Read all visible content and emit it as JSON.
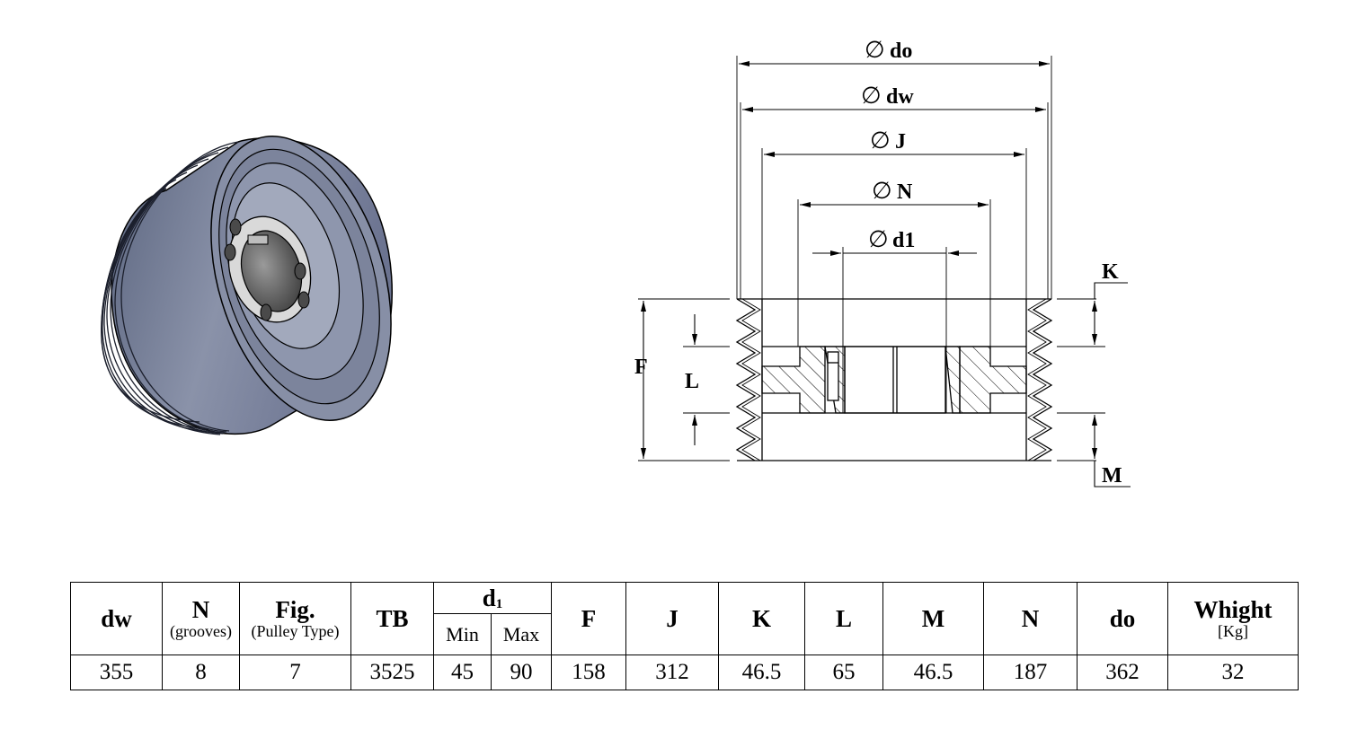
{
  "drawing": {
    "dims": {
      "do": "do",
      "dw": "dw",
      "J": "J",
      "N": "N",
      "d1": "d1",
      "K": "K",
      "F": "F",
      "L": "L",
      "M": "M"
    },
    "phi_symbol": "∅"
  },
  "table": {
    "headers": {
      "dw": "dw",
      "N": "N",
      "N_sub": "(grooves)",
      "Fig": "Fig.",
      "Fig_sub": "(Pulley Type)",
      "TB": "TB",
      "d1_main": "d",
      "d1_sub": "1",
      "Min": "Min",
      "Max": "Max",
      "F": "F",
      "J": "J",
      "K": "K",
      "L": "L",
      "M": "M",
      "N2": "N",
      "do": "do",
      "Whight": "Whight",
      "Whight_sub": "[Kg]"
    },
    "values": {
      "dw": "355",
      "N": "8",
      "Fig": "7",
      "TB": "3525",
      "Min": "45",
      "Max": "90",
      "F": "158",
      "J": "312",
      "K": "46.5",
      "L": "65",
      "M": "46.5",
      "N2": "187",
      "do": "362",
      "Whight": "32"
    }
  }
}
